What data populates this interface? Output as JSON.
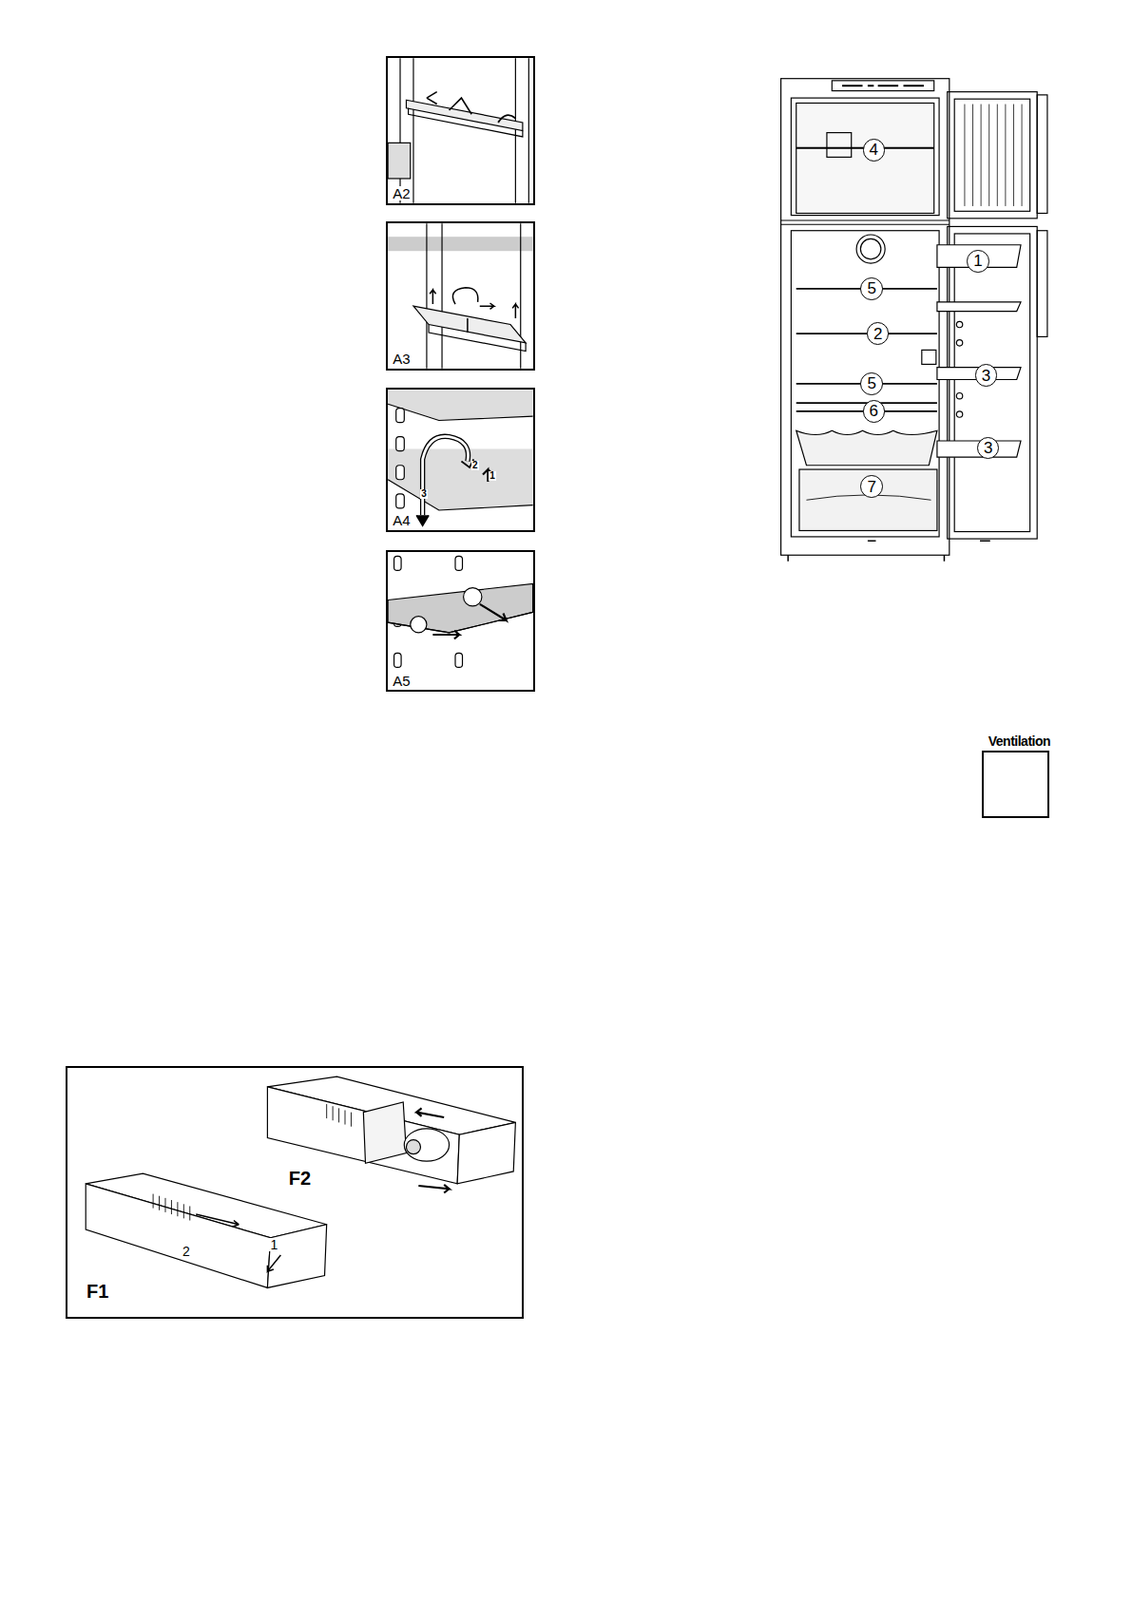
{
  "diagram": {
    "nodes": [
      {
        "text": [
          "A2"
        ]
      },
      {
        "text": [
          "A3"
        ]
      },
      {
        "text": [
          "A4",
          "1",
          "2",
          "3"
        ]
      },
      {
        "text": [
          "A5"
        ]
      },
      {
        "text": [
          "F2",
          "1",
          "2",
          "F1"
        ]
      },
      {
        "text": [
          "4"
        ]
      },
      {
        "text": [
          "1"
        ]
      },
      {
        "text": [
          "5"
        ]
      },
      {
        "text": [
          "2"
        ]
      },
      {
        "text": [
          "3"
        ]
      },
      {
        "text": [
          "5"
        ]
      },
      {
        "text": [
          "6"
        ]
      },
      {
        "text": [
          "3"
        ]
      },
      {
        "text": [
          "7"
        ]
      },
      {
        "text": [
          "Ventilation"
        ]
      }
    ]
  }
}
